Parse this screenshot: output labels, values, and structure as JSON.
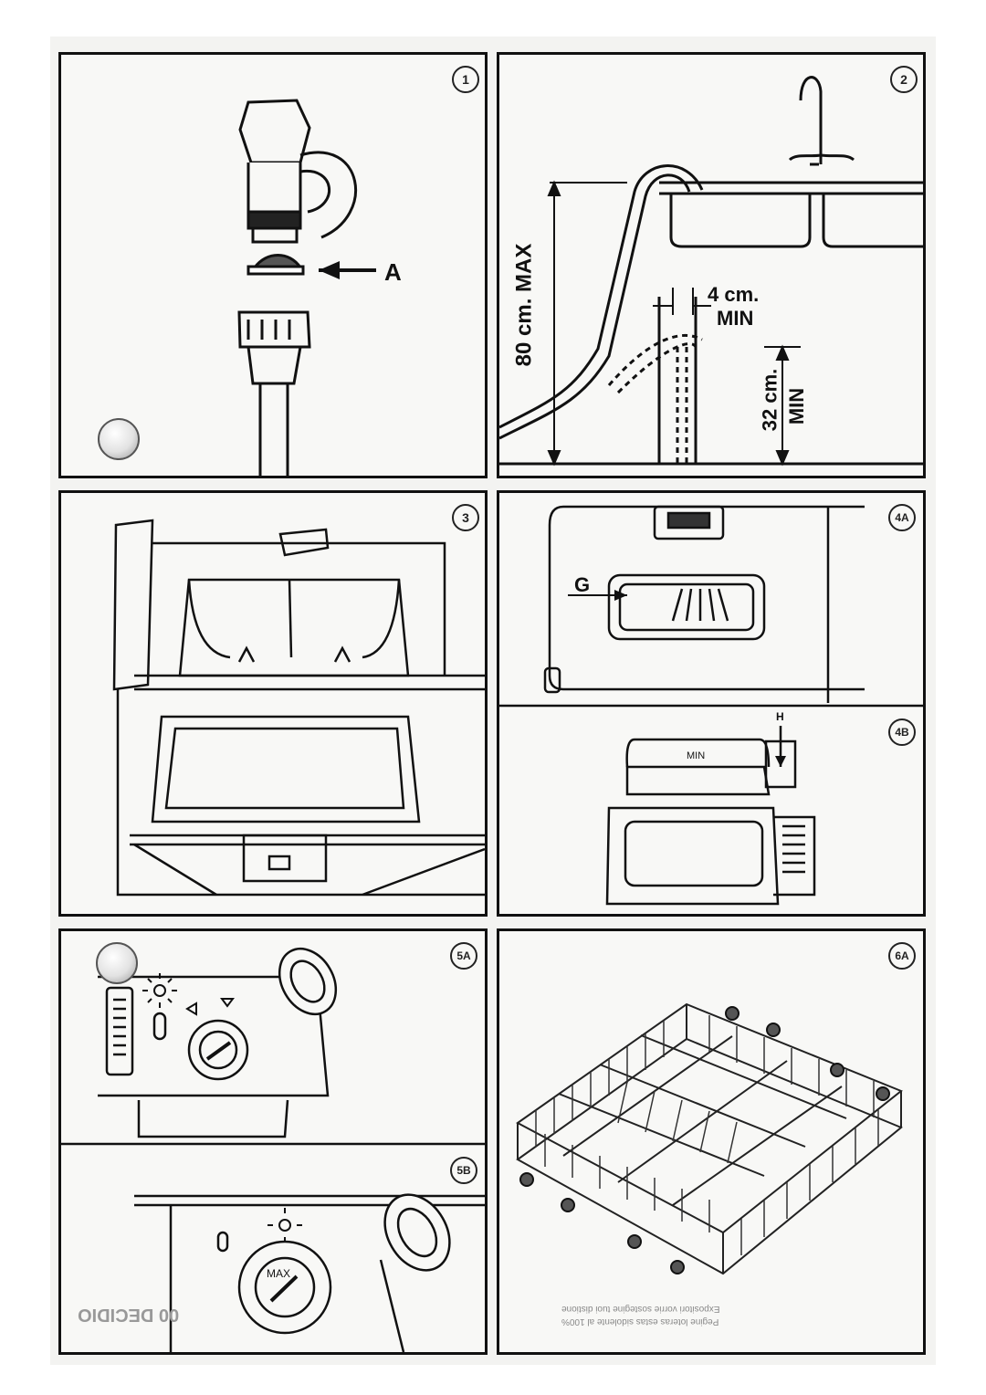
{
  "panels": [
    {
      "id": "1",
      "label": "1",
      "callouts": {
        "a": "A"
      }
    },
    {
      "id": "2",
      "label": "2",
      "callouts": {
        "max_height": "80 cm. MAX",
        "gap": "4 cm.",
        "gap_min": "MIN",
        "min_height": "32 cm.",
        "min_height_min": "MIN"
      }
    },
    {
      "id": "3",
      "label": "3"
    },
    {
      "id": "4A",
      "label": "4A",
      "callouts": {
        "g": "G"
      }
    },
    {
      "id": "4B",
      "label": "4B",
      "callouts": {
        "h": "H",
        "min_mark": "MIN"
      }
    },
    {
      "id": "5A",
      "label": "5A"
    },
    {
      "id": "5B",
      "label": "5B",
      "callouts": {
        "max_mark": "MAX"
      }
    },
    {
      "id": "6A",
      "label": "6A"
    }
  ],
  "footer": {
    "code": "00 DECIDIO",
    "line1": "Expositori vorrie sostegine tuoi distione",
    "line2": "Pegine loteras estas sidolente al 100%"
  }
}
